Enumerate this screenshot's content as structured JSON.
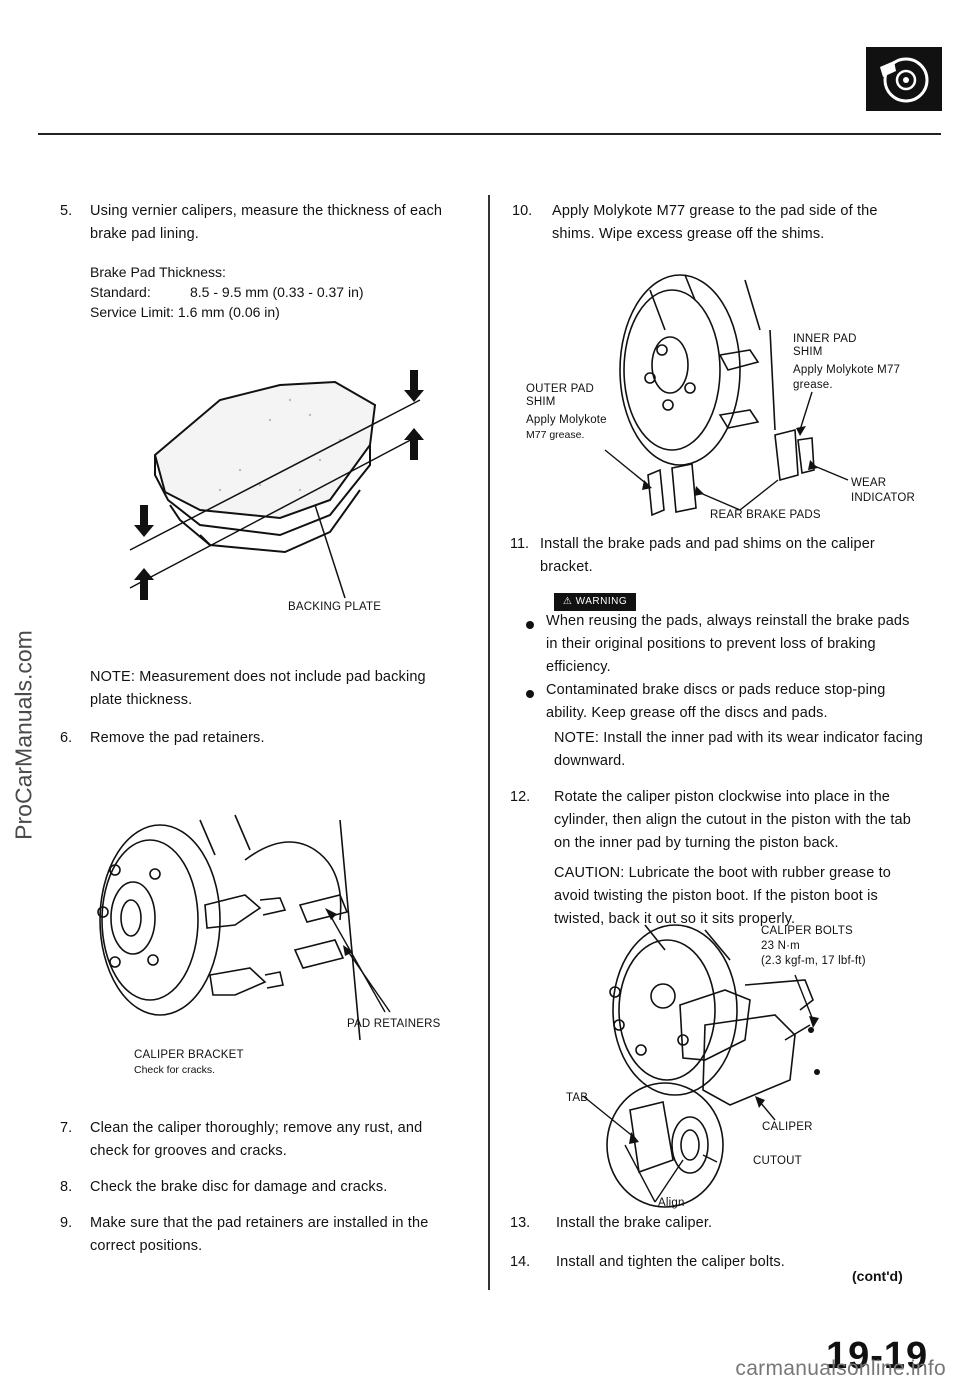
{
  "watermarks": {
    "side": "ProCarManuals.com",
    "footer": "carmanualsonline.info"
  },
  "page": {
    "number": "19-19",
    "continued": "(cont'd)"
  },
  "left": {
    "step5": {
      "num": "5.",
      "text": "Using vernier calipers, measure the thickness of each brake pad lining."
    },
    "spec": {
      "title": "Brake Pad Thickness:",
      "standard_label": "Standard:",
      "standard_value": "8.5 - 9.5 mm (0.33 - 0.37 in)",
      "service_limit": "Service Limit: 1.6 mm (0.06 in)"
    },
    "fig1": {
      "backing_plate": "BACKING PLATE"
    },
    "note": "NOTE: Measurement does not include pad backing plate thickness.",
    "step6": {
      "num": "6.",
      "text": "Remove the pad retainers."
    },
    "fig2": {
      "pad_retainers": "PAD RETAINERS",
      "caliper_bracket": "CALIPER BRACKET",
      "check_cracks": "Check for cracks."
    },
    "step7": {
      "num": "7.",
      "text": "Clean the caliper thoroughly; remove any rust, and check for grooves and cracks."
    },
    "step8": {
      "num": "8.",
      "text": "Check the brake disc for damage and cracks."
    },
    "step9": {
      "num": "9.",
      "text": "Make sure that the pad retainers are installed in the correct positions."
    }
  },
  "right": {
    "step10": {
      "num": "10.",
      "text": "Apply Molykote M77 grease to the pad side of the shims. Wipe excess grease off the shims."
    },
    "fig3": {
      "inner_pad_shim": "INNER PAD SHIM",
      "inner_apply_1": "Apply Molykote M77",
      "inner_apply_2": "grease.",
      "outer_pad_shim": "OUTER PAD SHIM",
      "outer_apply_1": "Apply Molykote",
      "outer_apply_2": "M77 grease.",
      "wear_indicator_1": "WEAR",
      "wear_indicator_2": "INDICATOR",
      "rear_brake_pads": "REAR BRAKE PADS"
    },
    "step11": {
      "num": "11.",
      "text": "Install the brake pads and pad shims on the caliper bracket."
    },
    "warning": {
      "badge": "⚠ WARNING",
      "items": [
        "When reusing the pads, always reinstall the brake pads in their original positions to prevent loss of braking efficiency.",
        "Contaminated brake discs or pads reduce stop-ping ability. Keep grease off the discs and pads."
      ]
    },
    "note": "NOTE: Install the inner pad with its wear indicator facing downward.",
    "step12": {
      "num": "12.",
      "text": "Rotate the caliper piston clockwise into place in the cylinder, then align the cutout in the piston with the tab on the inner pad by turning the piston back."
    },
    "caution": "CAUTION: Lubricate the boot with rubber grease to avoid twisting the piston boot. If the piston boot is twisted, back it out so it sits properly.",
    "fig4": {
      "caliper_bolts": "CALIPER BOLTS",
      "torque_1": "23 N·m",
      "torque_2": "(2.3 kgf-m, 17 lbf-ft)",
      "tab": "TAB",
      "caliper": "CALIPER",
      "cutout": "CUTOUT",
      "align": "Align"
    },
    "step13": {
      "num": "13.",
      "text": "Install the brake caliper."
    },
    "step14": {
      "num": "14.",
      "text": "Install and tighten the caliper bolts."
    }
  }
}
